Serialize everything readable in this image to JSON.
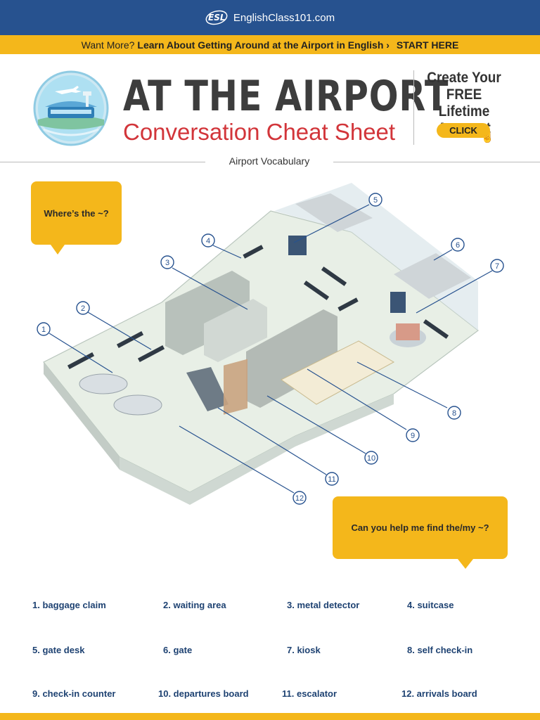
{
  "topbar": {
    "site_name": "EnglishClass101.com",
    "logo_text": "ESL"
  },
  "promo": {
    "lead": "Want More?",
    "link": "Learn About Getting Around at the Airport in English ›",
    "start": "START HERE"
  },
  "header": {
    "title": "AT THE AIRPORT",
    "subtitle": "Conversation Cheat Sheet",
    "cta_line1": "Create Your",
    "cta_line2": "FREE Lifetime",
    "cta_line3": "Account",
    "cta_button": "CLICK"
  },
  "section_label": "Airport Vocabulary",
  "bubbles": {
    "question1": "Where’s the ~?",
    "question2": "Can you help me find the/my ~?"
  },
  "map_numbers": [
    "1",
    "2",
    "3",
    "4",
    "5",
    "6",
    "7",
    "8",
    "9",
    "10",
    "11",
    "12"
  ],
  "vocab": [
    "1. baggage claim",
    "2. waiting area",
    "3. metal detector",
    "4. suitcase",
    "5. gate desk",
    "6. gate",
    "7. kiosk",
    "8. self check-in",
    "9. check-in counter",
    "10. departures board",
    "11. escalator",
    "12. arrivals board"
  ],
  "colors": {
    "brand_blue": "#27528f",
    "accent_yellow": "#f4b71b",
    "title_red": "#d2353a",
    "vocab_blue": "#1e4272"
  }
}
